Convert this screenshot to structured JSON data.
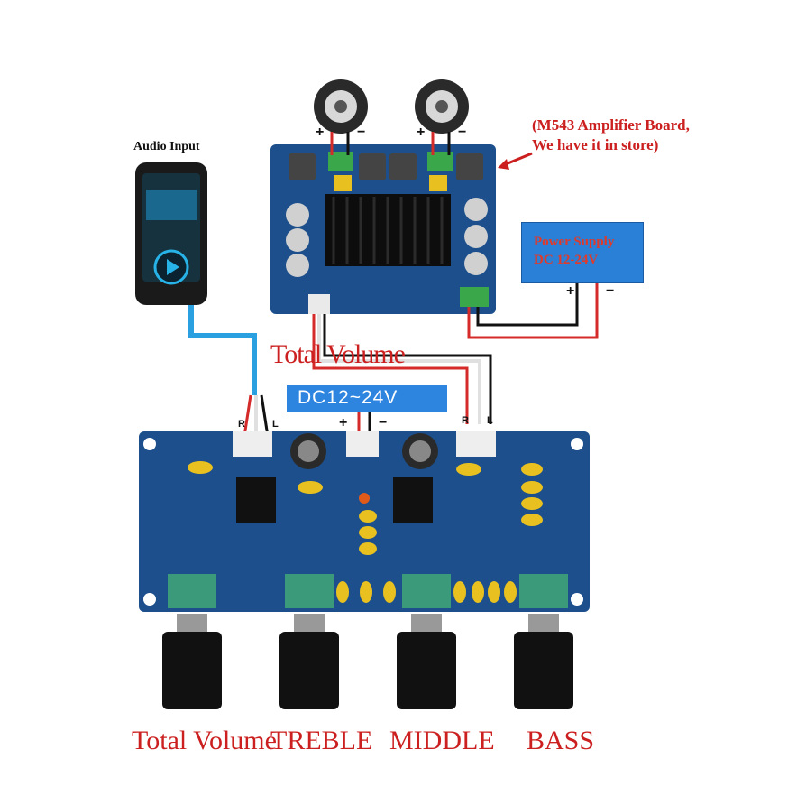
{
  "labels": {
    "audio_input": "Audio Input",
    "amp_note_line1": "(M543 Amplifier Board,",
    "amp_note_line2": "We have it in store)",
    "power_supply_line1": "Power Supply",
    "power_supply_line2": "DC 12-24V",
    "total_volume_mid": "Total Volume",
    "dc_banner": "DC12~24V",
    "knobs": [
      "Total Volume",
      "TREBLE",
      "MIDDLE",
      "BASS"
    ]
  },
  "signs": {
    "plus": "+",
    "minus": "−",
    "r": "R",
    "l": "L"
  },
  "colors": {
    "label_red": "#cc1f1f",
    "pcb_blue": "#1c4f8c",
    "banner_blue": "#2e85e0",
    "wire_red": "#d42a2a",
    "wire_black": "#111111",
    "wire_white": "#e8e8e8",
    "audio_cable": "#2aa0e0"
  },
  "icons": [
    "audio-player-icon",
    "speaker-icon",
    "potentiometer-knob-icon"
  ]
}
